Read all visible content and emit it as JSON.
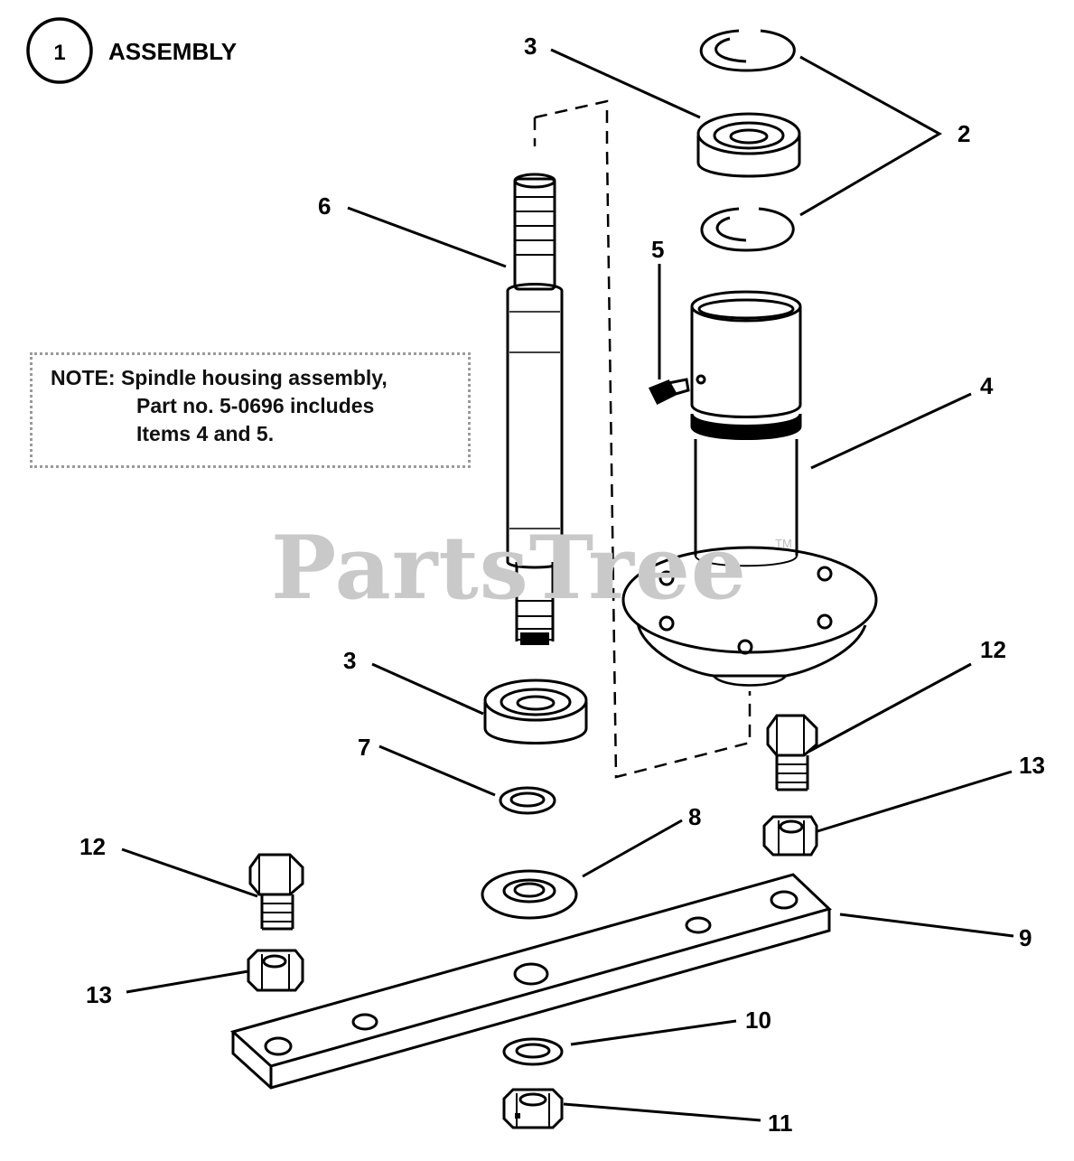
{
  "header": {
    "badge_number": "1",
    "title": "ASSEMBLY"
  },
  "note": {
    "line1": "NOTE: Spindle housing assembly,",
    "line2": "Part no. 5-0696 includes",
    "line3": "Items 4 and 5."
  },
  "watermark": {
    "text": "PartsTree",
    "trademark": "TM"
  },
  "callouts": [
    {
      "id": "c3a",
      "text": "3"
    },
    {
      "id": "c2",
      "text": "2"
    },
    {
      "id": "c6",
      "text": "6"
    },
    {
      "id": "c5",
      "text": "5"
    },
    {
      "id": "c4",
      "text": "4"
    },
    {
      "id": "c3b",
      "text": "3"
    },
    {
      "id": "c12a",
      "text": "12"
    },
    {
      "id": "c7",
      "text": "7"
    },
    {
      "id": "c13a",
      "text": "13"
    },
    {
      "id": "c8",
      "text": "8"
    },
    {
      "id": "c12b",
      "text": "12"
    },
    {
      "id": "c9",
      "text": "9"
    },
    {
      "id": "c13b",
      "text": "13"
    },
    {
      "id": "c10",
      "text": "10"
    },
    {
      "id": "c11",
      "text": "11"
    }
  ]
}
